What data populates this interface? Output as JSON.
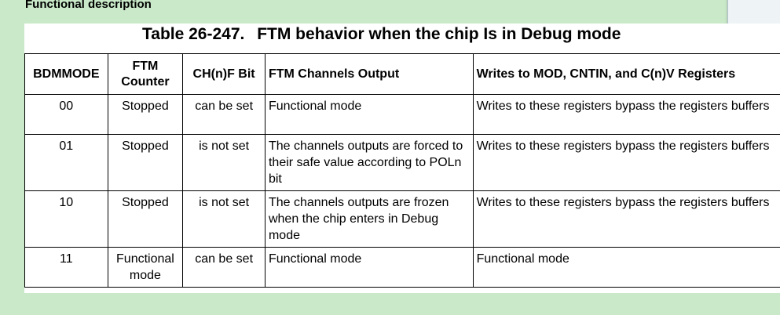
{
  "section_header": "Functional description",
  "table": {
    "number": "Table 26-247.",
    "title": "FTM behavior when the chip Is in Debug mode",
    "headers": {
      "bdmmode": "BDMMODE",
      "counter": "FTM Counter",
      "chf": "CH(n)F Bit",
      "output": "FTM Channels Output",
      "writes": "Writes to MOD, CNTIN, and C(n)V Registers"
    },
    "rows": [
      {
        "bdmmode": "00",
        "counter": "Stopped",
        "chf": "can be set",
        "output": "Functional mode",
        "writes": "Writes to these registers bypass the registers buffers"
      },
      {
        "bdmmode": "01",
        "counter": "Stopped",
        "chf": "is not set",
        "output": "The channels outputs are forced to their safe value according to POLn bit",
        "writes": "Writes to these registers bypass the registers buffers"
      },
      {
        "bdmmode": "10",
        "counter": "Stopped",
        "chf": "is not set",
        "output": "The channels outputs are frozen when the chip enters in Debug mode",
        "writes": "Writes to these registers bypass the registers buffers"
      },
      {
        "bdmmode": "11",
        "counter": "Functional mode",
        "chf": "can be set",
        "output": "Functional mode",
        "writes": "Functional mode"
      }
    ]
  }
}
